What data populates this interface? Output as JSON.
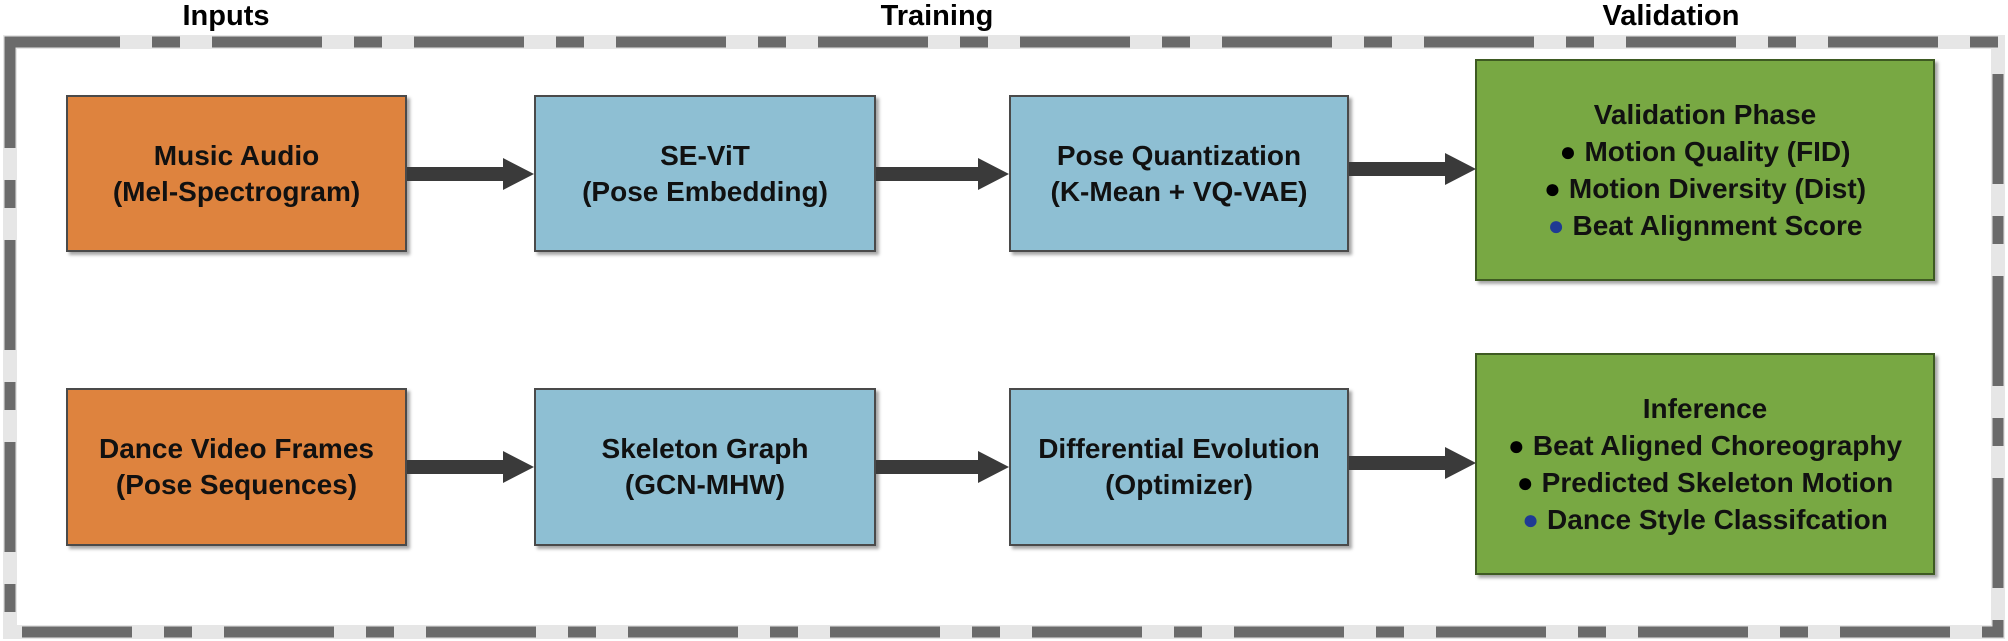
{
  "headers": {
    "inputs": "Inputs",
    "training": "Training",
    "validation": "Validation"
  },
  "row1": {
    "input": {
      "line1": "Music Audio",
      "line2": "(Mel-Spectrogram)"
    },
    "step1": {
      "line1": "SE-ViT",
      "line2": "(Pose Embedding)"
    },
    "step2": {
      "line1": "Pose Quantization",
      "line2": "(K-Mean + VQ-VAE)"
    },
    "output": {
      "title": "Validation Phase",
      "items": [
        "Motion Quality (FID)",
        "Motion Diversity (Dist)",
        "Beat Alignment Score"
      ]
    }
  },
  "row2": {
    "input": {
      "line1": "Dance Video Frames",
      "line2": "(Pose Sequences)"
    },
    "step1": {
      "line1": "Skeleton Graph",
      "line2": "(GCN-MHW)"
    },
    "step2": {
      "line1": "Differential Evolution",
      "line2": "(Optimizer)"
    },
    "output": {
      "title": "Inference",
      "items": [
        "Beat Aligned Choreography",
        "Predicted Skeleton Motion",
        "Dance Style Classifcation"
      ]
    }
  },
  "colors": {
    "input_box": "#de833e",
    "process_box": "#8ebfd3",
    "output_box": "#78a843",
    "arrow": "#3a3a3a",
    "frame_dash": "#6b6b6b",
    "bullet_black": "#000000",
    "bullet_blue": "#1f3a93"
  },
  "icons": {
    "arrow": "right-arrow-icon",
    "bullet": "bullet-icon"
  }
}
